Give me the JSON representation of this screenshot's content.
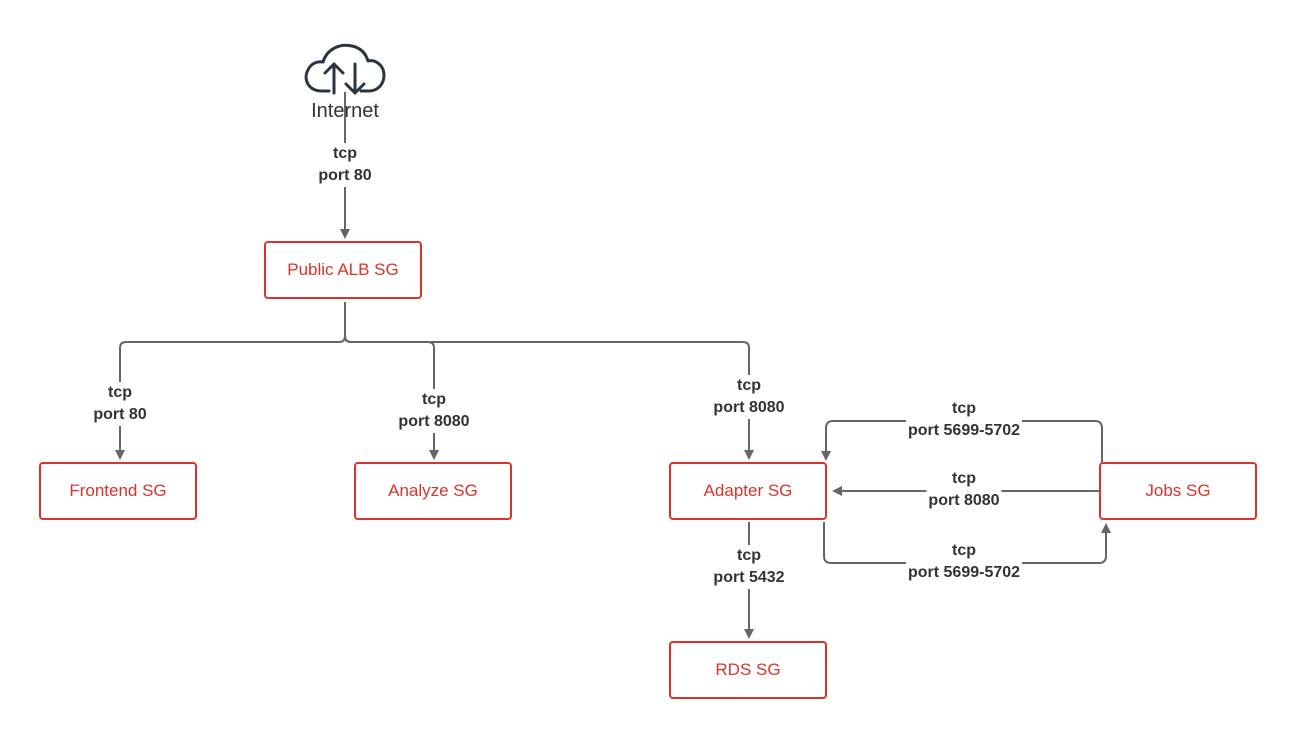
{
  "diagram": {
    "internet": {
      "label": "Internet",
      "icon": "cloud-upload-download-icon"
    },
    "nodes": {
      "public_alb": "Public ALB SG",
      "frontend": "Frontend SG",
      "analyze": "Analyze SG",
      "adapter": "Adapter SG",
      "jobs": "Jobs SG",
      "rds": "RDS SG"
    },
    "edges": {
      "internet_alb": {
        "proto": "tcp",
        "port": "port 80"
      },
      "alb_frontend": {
        "proto": "tcp",
        "port": "port 80"
      },
      "alb_analyze": {
        "proto": "tcp",
        "port": "port 8080"
      },
      "alb_adapter": {
        "proto": "tcp",
        "port": "port 8080"
      },
      "jobs_adapter_top": {
        "proto": "tcp",
        "port": "port 5699-5702"
      },
      "jobs_adapter_mid": {
        "proto": "tcp",
        "port": "port 8080"
      },
      "adapter_jobs_bottom": {
        "proto": "tcp",
        "port": "port 5699-5702"
      },
      "adapter_rds": {
        "proto": "tcp",
        "port": "port 5432"
      }
    },
    "colors": {
      "node_border": "#d9342b",
      "node_text": "#d9342b",
      "connector": "#666666",
      "label_text": "#333333",
      "icon": "#2b3440"
    }
  }
}
